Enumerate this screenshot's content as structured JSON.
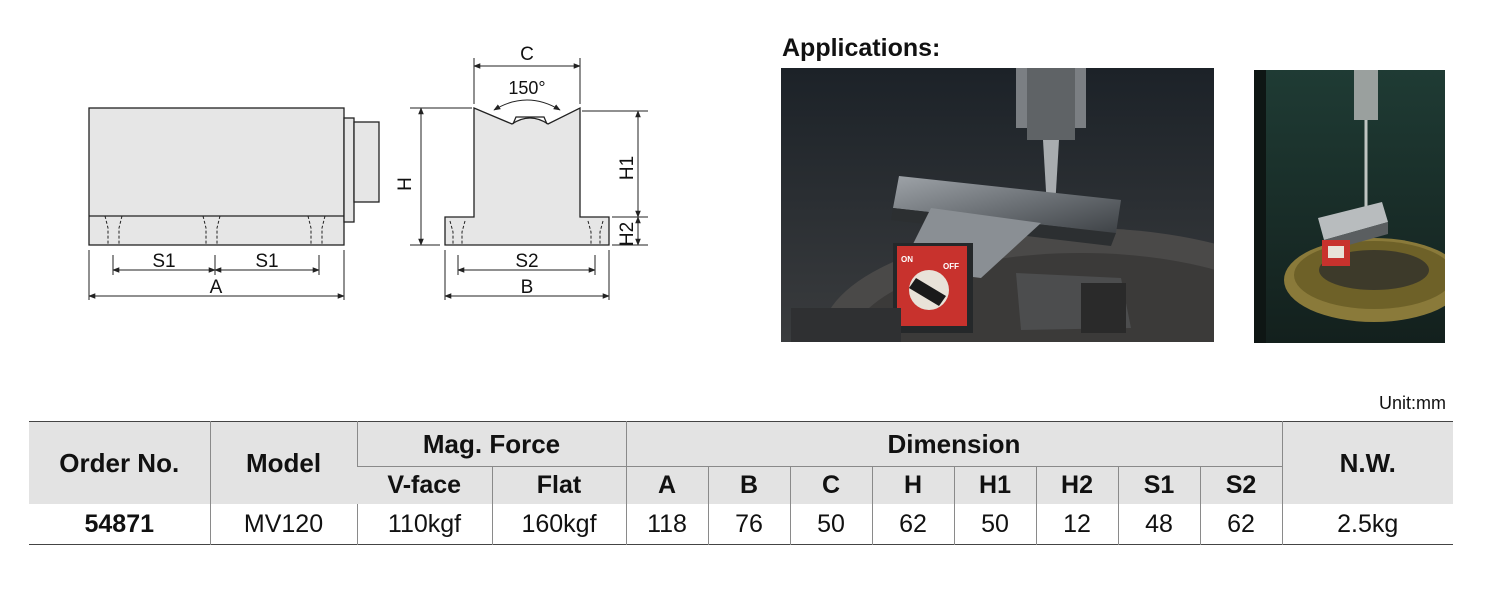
{
  "drawing": {
    "labels": {
      "C": "C",
      "angle": "150°",
      "H": "H",
      "H1": "H1",
      "H2": "H2",
      "S1_left": "S1",
      "S1_right": "S1",
      "A": "A",
      "S2": "S2",
      "B": "B"
    }
  },
  "applications": {
    "title": "Applications:",
    "switch": {
      "on": "ON",
      "off": "OFF"
    }
  },
  "unit": "Unit:mm",
  "table": {
    "headers": {
      "order_no": "Order No.",
      "model": "Model",
      "mag_force": "Mag. Force",
      "v_face": "V-face",
      "flat": "Flat",
      "dimension": "Dimension",
      "dims": [
        "A",
        "B",
        "C",
        "H",
        "H1",
        "H2",
        "S1",
        "S2"
      ],
      "nw": "N.W."
    },
    "row": {
      "order_no": "54871",
      "model": "MV120",
      "v_face": "110kgf",
      "flat": "160kgf",
      "dims": [
        "118",
        "76",
        "50",
        "62",
        "50",
        "12",
        "48",
        "62"
      ],
      "nw": "2.5kg"
    }
  }
}
